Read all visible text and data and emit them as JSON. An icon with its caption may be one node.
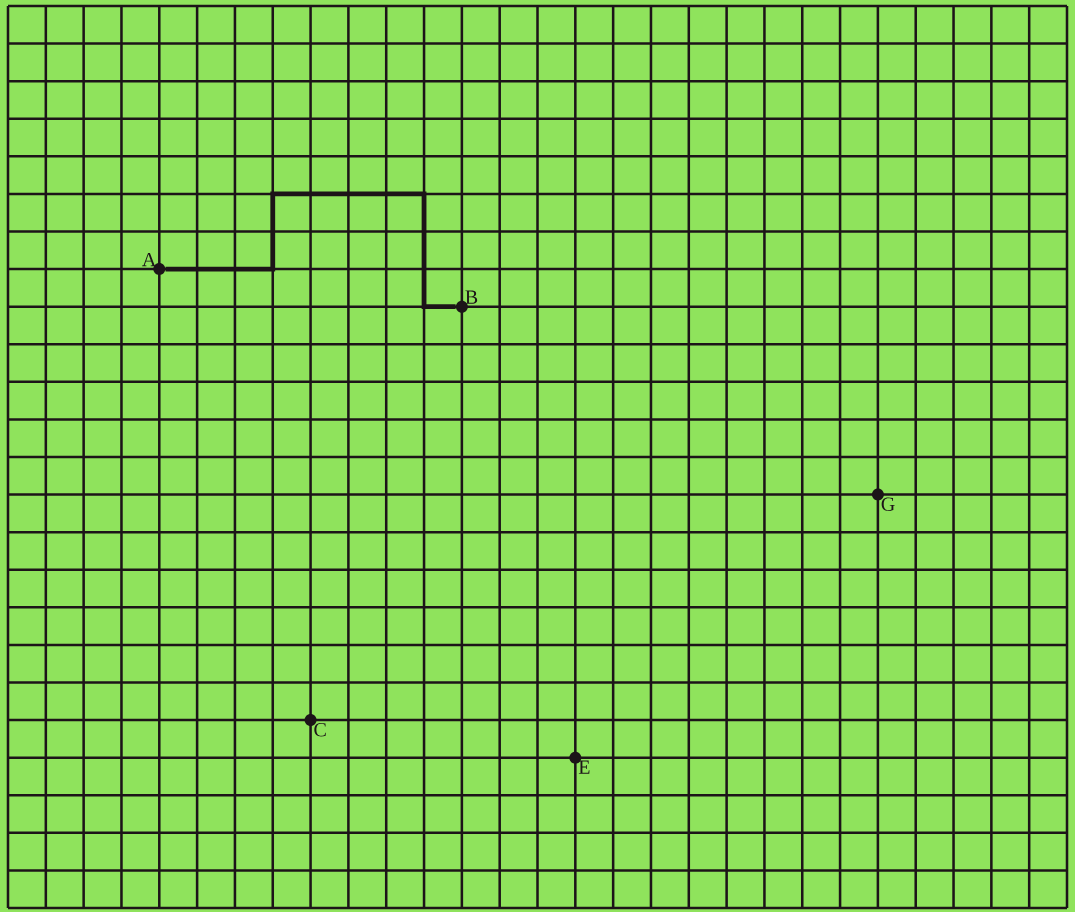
{
  "diagram": {
    "nodes": [
      {
        "text": [
          "A"
        ]
      },
      {
        "text": [
          "B"
        ]
      },
      {
        "text": [
          "C"
        ]
      },
      {
        "text": [
          "E"
        ]
      },
      {
        "text": [
          "G"
        ]
      }
    ],
    "edges": [
      {
        "from": 0,
        "to": 1,
        "arrow": "none"
      }
    ]
  }
}
